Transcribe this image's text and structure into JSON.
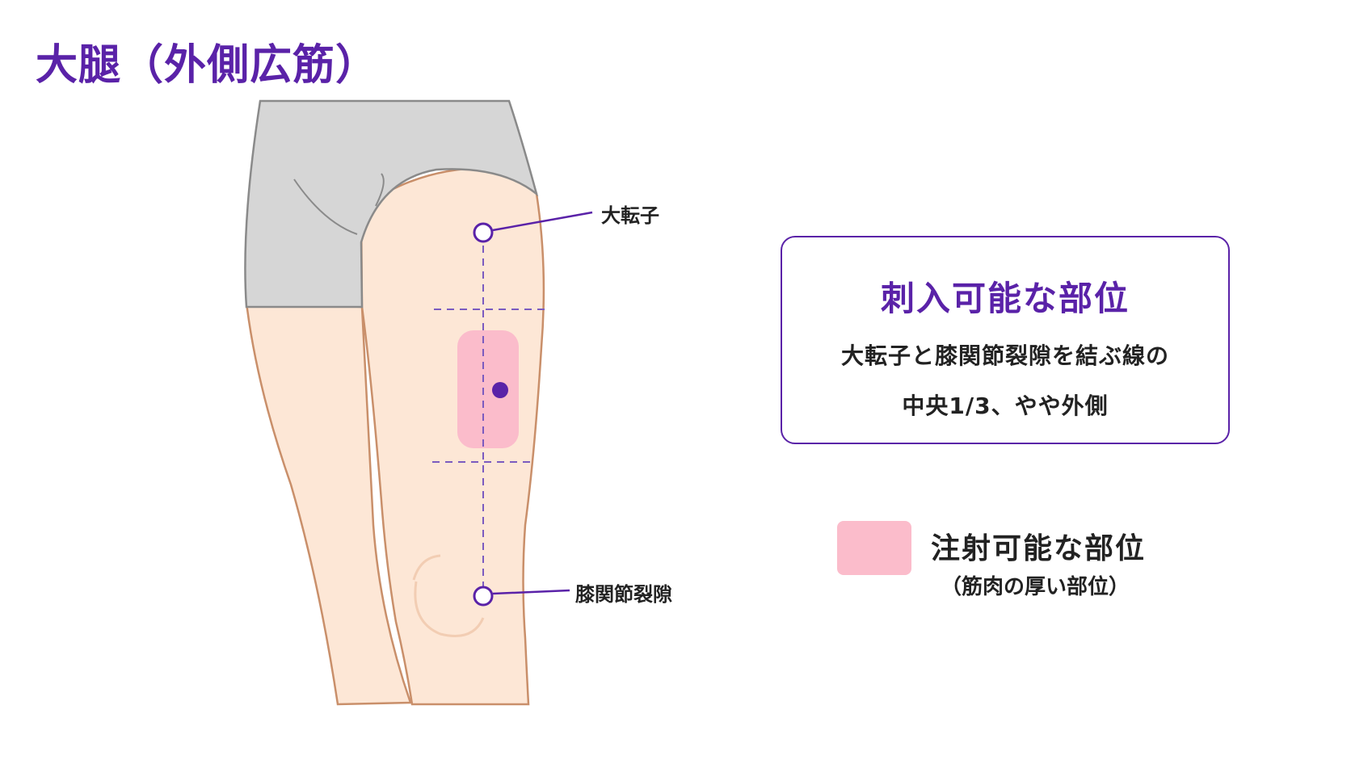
{
  "title": "大腿（外側広筋）",
  "landmarks": {
    "greater_trochanter": "大転子",
    "knee_joint_space": "膝関節裂隙"
  },
  "info_box": {
    "heading": "刺入可能な部位",
    "line1": "大転子と膝関節裂隙を結ぶ線の",
    "line2": "中央1/3、やや外側"
  },
  "legend": {
    "label": "注射可能な部位",
    "sublabel": "（筋肉の厚い部位）"
  },
  "colors": {
    "accent": "#5a22a8",
    "skin": "#fde7d6",
    "skin_outline": "#c98f6a",
    "shorts": "#d6d6d6",
    "injection_area": "#fbbccb"
  }
}
